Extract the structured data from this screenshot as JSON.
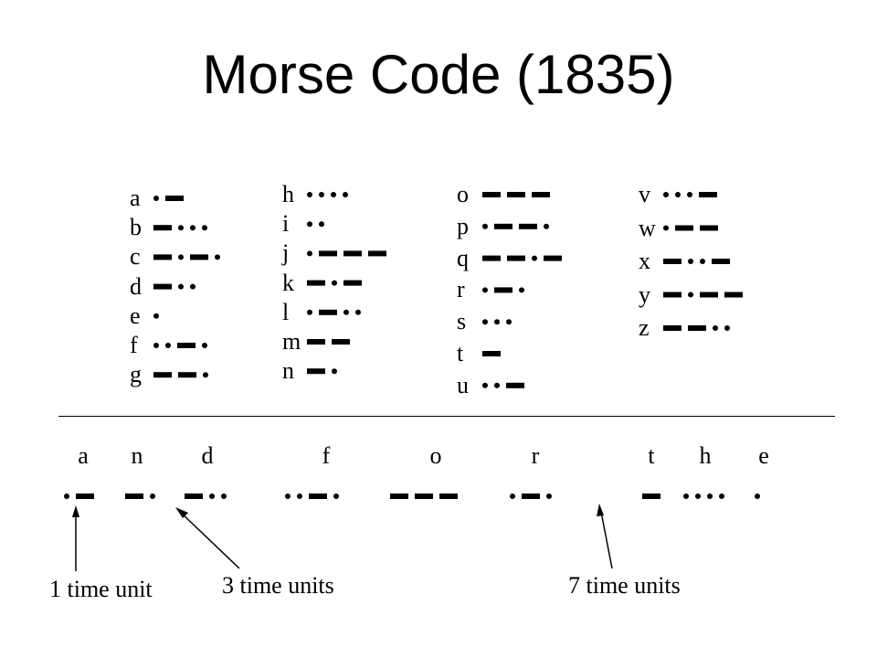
{
  "title": "Morse Code (1835)",
  "alphabet": [
    {
      "letter": "a",
      "code": ".-"
    },
    {
      "letter": "b",
      "code": "-..."
    },
    {
      "letter": "c",
      "code": "-.-."
    },
    {
      "letter": "d",
      "code": "-.."
    },
    {
      "letter": "e",
      "code": "."
    },
    {
      "letter": "f",
      "code": "..-."
    },
    {
      "letter": "g",
      "code": "--."
    },
    {
      "letter": "h",
      "code": "...."
    },
    {
      "letter": "i",
      "code": ".."
    },
    {
      "letter": "j",
      "code": ".---"
    },
    {
      "letter": "k",
      "code": "-.-"
    },
    {
      "letter": "l",
      "code": ".-.."
    },
    {
      "letter": "m",
      "code": "--"
    },
    {
      "letter": "n",
      "code": "-."
    },
    {
      "letter": "o",
      "code": "---"
    },
    {
      "letter": "p",
      "code": ".--."
    },
    {
      "letter": "q",
      "code": "--.-"
    },
    {
      "letter": "r",
      "code": ".-."
    },
    {
      "letter": "s",
      "code": "..."
    },
    {
      "letter": "t",
      "code": "-"
    },
    {
      "letter": "u",
      "code": "..-"
    },
    {
      "letter": "v",
      "code": "...-"
    },
    {
      "letter": "w",
      "code": ".--"
    },
    {
      "letter": "x",
      "code": "-..-"
    },
    {
      "letter": "y",
      "code": "-.--"
    },
    {
      "letter": "z",
      "code": "--.."
    }
  ],
  "example": {
    "letters": [
      "a",
      "n",
      "d",
      "f",
      "o",
      "r",
      "t",
      "h",
      "e"
    ],
    "codes": [
      ".-",
      "-.",
      "-..",
      "..-.",
      "---",
      ".-.",
      "-",
      "....",
      "."
    ]
  },
  "annotations": {
    "one_unit": "1 time unit",
    "three_units": "3 time units",
    "seven_units": "7 time units"
  }
}
